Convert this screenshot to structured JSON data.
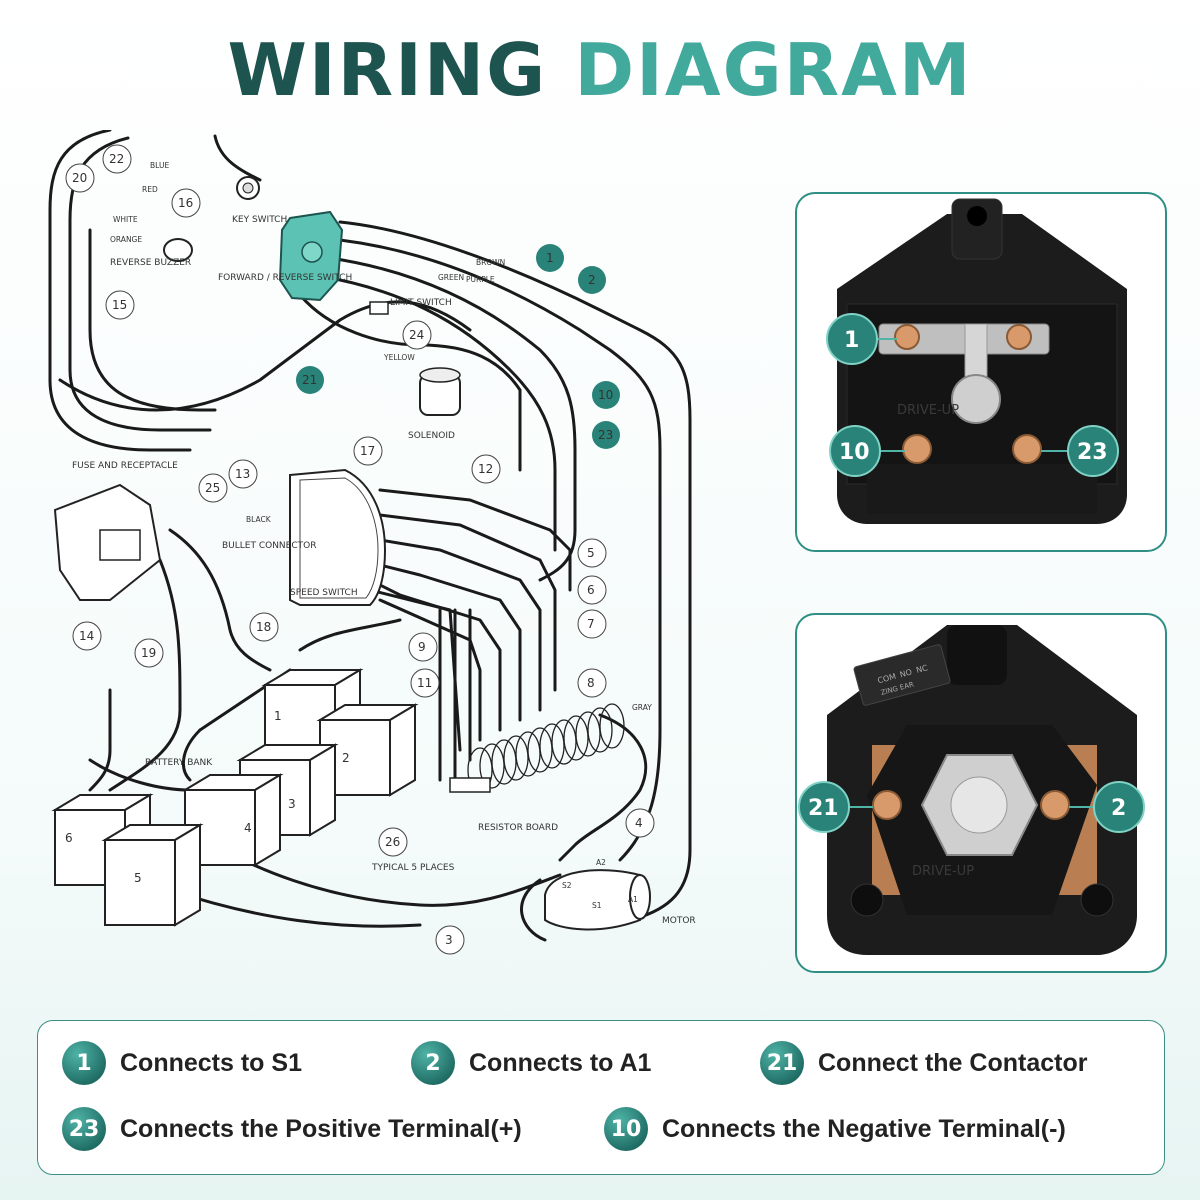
{
  "title": {
    "part1": "WIRING",
    "part2": "DIAGRAM"
  },
  "colors": {
    "dark_teal": "#1d5450",
    "teal": "#42a99d",
    "badge": "#2a8378",
    "copper": "#c98a5a"
  },
  "diagram": {
    "components": {
      "key_switch": "KEY SWITCH",
      "reverse_buzzer": "REVERSE BUZZER",
      "fwd_rev_switch": "FORWARD / REVERSE SWITCH",
      "limit_switch": "LIMIT SWITCH",
      "solenoid": "SOLENOID",
      "fuse": "FUSE AND RECEPTACLE",
      "bullet": "BULLET CONNECTOR",
      "speed_switch": "SPEED SWITCH",
      "battery_bank": "BATTERY BANK",
      "resistor_board": "RESISTOR BOARD",
      "typical": "TYPICAL 5 PLACES",
      "motor": "MOTOR"
    },
    "wires": {
      "blue": "BLUE",
      "red": "RED",
      "white": "WHITE",
      "orange": "ORANGE",
      "brown": "BROWN",
      "purple": "PURPLE",
      "green": "GREEN",
      "yellow": "YELLOW",
      "black": "BLACK",
      "gray": "GRAY"
    },
    "terminals": {
      "a1": "A1",
      "a2": "A2",
      "s1": "S1",
      "s2": "S2"
    },
    "battery_numbers": [
      "1",
      "2",
      "3",
      "4",
      "5",
      "6"
    ],
    "callouts": [
      "3",
      "4",
      "5",
      "6",
      "7",
      "8",
      "9",
      "11",
      "12",
      "13",
      "14",
      "15",
      "16",
      "17",
      "18",
      "19",
      "20",
      "22",
      "24",
      "25",
      "26"
    ],
    "teal_callouts": [
      "1",
      "2",
      "10",
      "21",
      "23"
    ]
  },
  "panels": {
    "top": {
      "badges": [
        "1",
        "10",
        "23"
      ],
      "watermark": "DRIVE-UP"
    },
    "bottom": {
      "badges": [
        "21",
        "2"
      ],
      "switch_text": [
        "COM",
        "NO",
        "NC"
      ],
      "brand": "ZING EAR",
      "watermark": "DRIVE-UP"
    }
  },
  "legend": [
    {
      "badge": "1",
      "text": "Connects to S1"
    },
    {
      "badge": "2",
      "text": "Connects to A1"
    },
    {
      "badge": "21",
      "text": "Connect the Contactor"
    },
    {
      "badge": "23",
      "text": "Connects the Positive Terminal(+)"
    },
    {
      "badge": "10",
      "text": "Connects the Negative Terminal(-)"
    }
  ]
}
